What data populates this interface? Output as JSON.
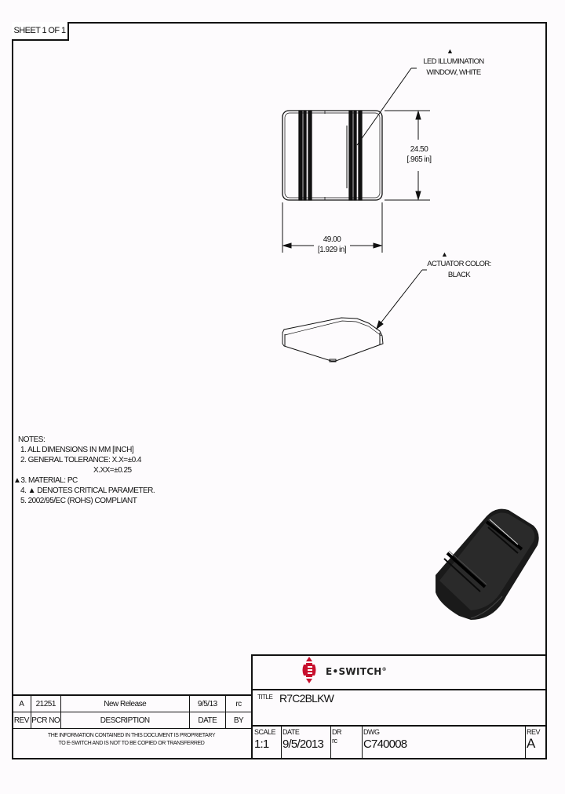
{
  "sheet": {
    "label": "SHEET 1 OF 1"
  },
  "callouts": {
    "led_window": {
      "line1": "LED ILLUMINATION",
      "line2": "WINDOW, WHITE",
      "critical_marker": "▲"
    },
    "actuator_color": {
      "line1": "ACTUATOR COLOR:",
      "line2": "BLACK",
      "critical_marker": "▲"
    }
  },
  "dimensions": {
    "height": {
      "mm": "24.50",
      "inch": "[.965 in]"
    },
    "width": {
      "mm": "49.00",
      "inch": "[1.929 in]"
    }
  },
  "notes": {
    "heading": "NOTES:",
    "items": [
      {
        "marker": "",
        "text": "1. ALL DIMENSIONS IN MM [INCH]"
      },
      {
        "marker": "",
        "text": "2. GENERAL TOLERANCE: X.X=±0.4"
      },
      {
        "marker": "",
        "text": "X.XX=±0.25"
      },
      {
        "marker": "▲",
        "text": "3. MATERIAL: PC"
      },
      {
        "marker": "",
        "text": "4. ▲ DENOTES CRITICAL PARAMETER."
      },
      {
        "marker": "",
        "text": "5. 2002/95/EC (ROHS) COMPLIANT"
      }
    ]
  },
  "revision_table": {
    "headers": [
      "REV",
      "PCR NO",
      "DESCRIPTION",
      "DATE",
      "BY"
    ],
    "rows": [
      [
        "A",
        "21251",
        "New Release",
        "9/5/13",
        "rc"
      ]
    ],
    "proprietary_line1": "THE INFORMATION CONTAINED IN THIS DOCUMENT IS PROPRIETARY",
    "proprietary_line2": "TO E-SWITCH AND IS NOT TO BE COPIED OR TRANSFERRED"
  },
  "title_block": {
    "company": "E•SWITCH",
    "registered": "®",
    "brand_color": "#c8102e",
    "title_label": "TITLE",
    "title_value": "R7C2BLKW",
    "scale_label": "SCALE",
    "scale_value": "1:1",
    "date_label": "DATE",
    "date_value": "9/5/2013",
    "dr_label": "DR",
    "dr_value": "rc",
    "dwg_label": "DWG",
    "dwg_value": "C740008",
    "rev_label": "REV",
    "rev_value": "A"
  }
}
